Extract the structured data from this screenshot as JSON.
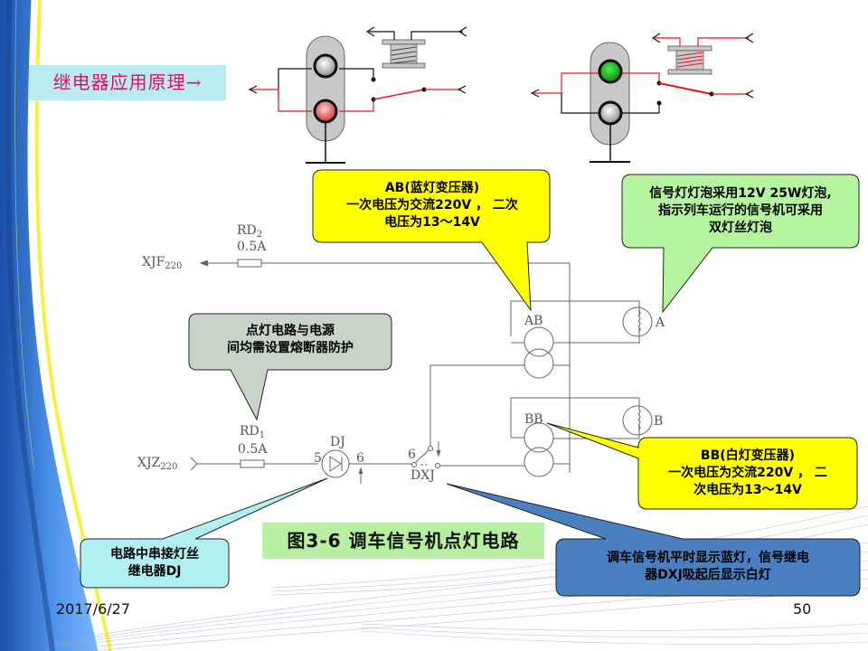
{
  "slide": {
    "title": "继电器应用原理→",
    "figure_caption": "图3-6  调车信号机点灯电路",
    "date": "2017/6/27",
    "page_number": "50"
  },
  "callouts": {
    "ab_transformer": "AB(蓝灯变压器)\n一次电压为交流220V ， 二次\n电压为13～14V",
    "signal_bulb": "信号灯灯泡采用12V 25W灯泡,\n指示列车运行的信号机可采用\n双灯丝灯泡",
    "fuse_note": "点灯电路与电源\n间均需设置熔断器防护",
    "bb_transformer": "BB(白灯变压器)\n一次电压为交流220V ， 二\n次电压为13～14V",
    "dj_relay": "电路中串接灯丝\n继电器DJ",
    "dxj_note": "调车信号机平时显示蓝灯，信号继电\n器DXJ吸起后显示白灯"
  },
  "circuit": {
    "xjf": {
      "base": "XJF",
      "sub": "220"
    },
    "xjz": {
      "base": "XJZ",
      "sub": "220"
    },
    "rd2": {
      "base": "RD",
      "sub": "2",
      "rating": "0.5A"
    },
    "rd1": {
      "base": "RD",
      "sub": "1",
      "rating": "0.5A"
    },
    "dj": "DJ",
    "dj_pin_in": "5",
    "dj_pin_out": "6",
    "dxj": "DXJ",
    "dxj_pin": "6",
    "ab": "AB",
    "bb": "BB",
    "lamp_a": "A",
    "lamp_b": "B"
  },
  "illustration": {
    "left_state": {
      "top_lamp": "off",
      "bottom_lamp": "red-on",
      "relay": "de-energized"
    },
    "right_state": {
      "top_lamp": "green-on",
      "bottom_lamp": "off",
      "relay": "energized"
    }
  },
  "colors": {
    "title_text": "#d6126e",
    "title_bg": "#b8ecf0",
    "yellow_callout": "#ffff00",
    "green_callout": "#b6f5a0",
    "gray_callout": "#c8d4c8",
    "cyan_callout": "#b0f0f0",
    "blue_callout": "#4a7fc0",
    "caption_bg": "#b6f0a0",
    "active_wire": "#e8161c"
  }
}
